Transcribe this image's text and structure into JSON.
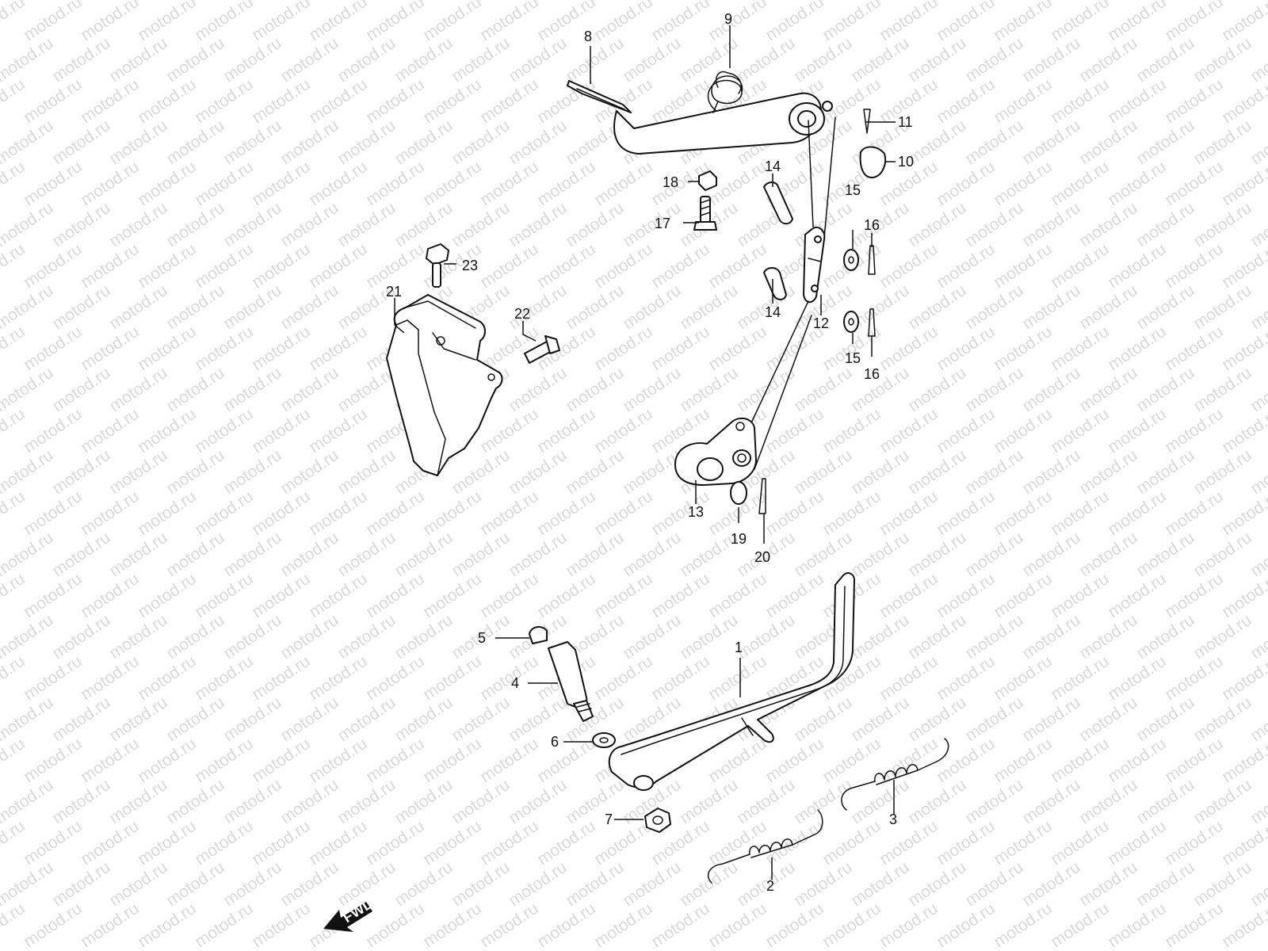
{
  "watermark": "motod.ru",
  "badge": {
    "text": "FWD"
  },
  "callouts": [
    {
      "id": "c1",
      "text": "1"
    },
    {
      "id": "c2",
      "text": "2"
    },
    {
      "id": "c3",
      "text": "3"
    },
    {
      "id": "c4",
      "text": "4"
    },
    {
      "id": "c5",
      "text": "5"
    },
    {
      "id": "c6",
      "text": "6"
    },
    {
      "id": "c7",
      "text": "7"
    },
    {
      "id": "c8",
      "text": "8"
    },
    {
      "id": "c9",
      "text": "9"
    },
    {
      "id": "c10",
      "text": "10"
    },
    {
      "id": "c11",
      "text": "11"
    },
    {
      "id": "c12",
      "text": "12"
    },
    {
      "id": "c13",
      "text": "13"
    },
    {
      "id": "c14a",
      "text": "14"
    },
    {
      "id": "c14b",
      "text": "14"
    },
    {
      "id": "c15a",
      "text": "15"
    },
    {
      "id": "c15b",
      "text": "15"
    },
    {
      "id": "c16a",
      "text": "16"
    },
    {
      "id": "c16b",
      "text": "16"
    },
    {
      "id": "c17",
      "text": "17"
    },
    {
      "id": "c18",
      "text": "18"
    },
    {
      "id": "c19",
      "text": "19"
    },
    {
      "id": "c20",
      "text": "20"
    },
    {
      "id": "c21",
      "text": "21"
    },
    {
      "id": "c22",
      "text": "22"
    },
    {
      "id": "c23",
      "text": "23"
    }
  ]
}
